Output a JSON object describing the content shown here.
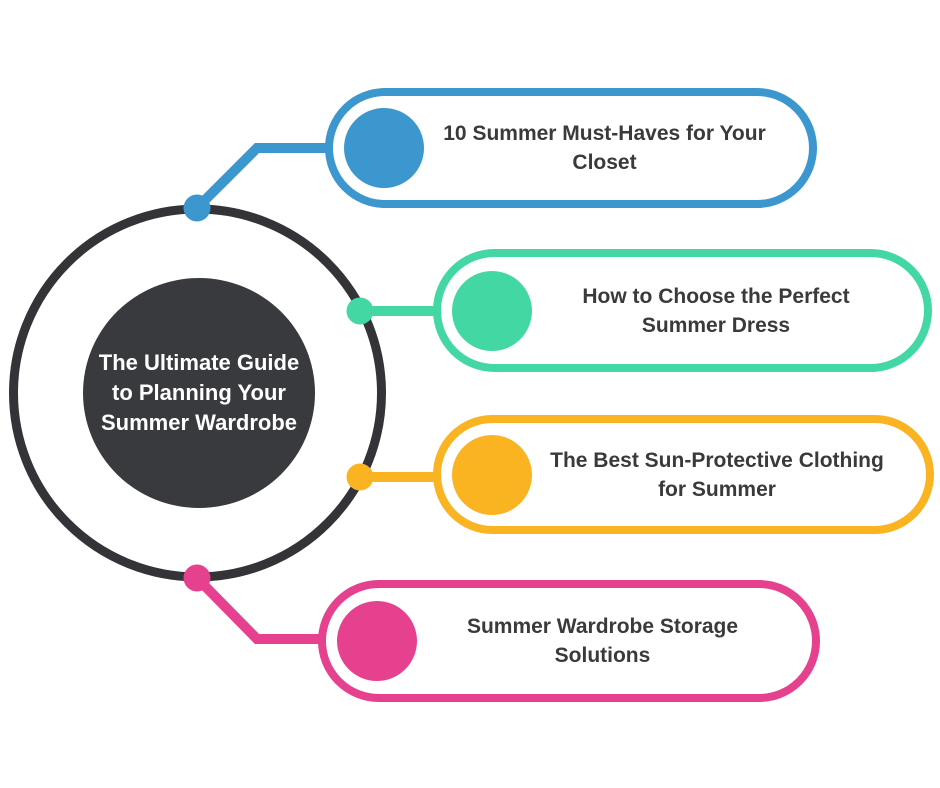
{
  "palette": {
    "outline_ring": "#343438",
    "hub_fill": "#393A3D",
    "hub_text": "#FFFFFF",
    "pill_text": "#3A3A3A",
    "background": "#FFFFFF"
  },
  "center": {
    "title": "The Ultimate Guide to Planning Your Summer Wardrobe",
    "lines": [
      "The Ultimate Guide",
      "to Planning Your",
      "Summer Wardrobe"
    ]
  },
  "branches": [
    {
      "label": "10 Summer Must-Haves for Your Closet",
      "lines": [
        "10 Summer Must-Haves for Your",
        "Closet"
      ],
      "color": "#3B97CE"
    },
    {
      "label": "How to Choose the Perfect Summer Dress",
      "lines": [
        "How to Choose the Perfect",
        "Summer Dress"
      ],
      "color": "#43D7A3"
    },
    {
      "label": "The Best Sun-Protective Clothing for Summer",
      "lines": [
        "The Best Sun-Protective Clothing",
        "for Summer"
      ],
      "color": "#FAB321"
    },
    {
      "label": "Summer Wardrobe Storage Solutions",
      "lines": [
        "Summer Wardrobe Storage",
        "Solutions"
      ],
      "color": "#E6418F"
    }
  ]
}
